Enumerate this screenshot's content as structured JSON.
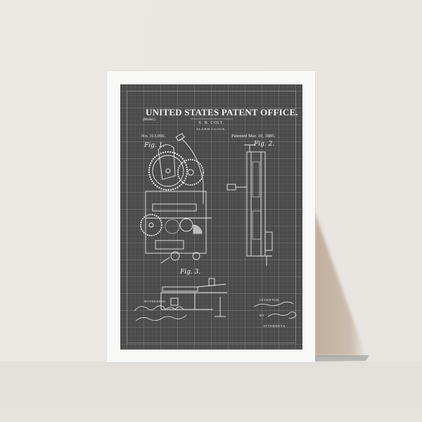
{
  "scene": {
    "description": "Framed-style patent print leaning against a wall",
    "colors": {
      "wall": "#ebe7e3",
      "floor": "#e4e0dc",
      "paper": "#f8f8f7",
      "panel": "#4b4b4b",
      "ink": "#f2f2f2",
      "shadow": "#c4b3a2"
    }
  },
  "print": {
    "header": "UNITED STATES PATENT OFFICE.",
    "model_note": "(Model.)",
    "inventor_name": "S. B. COLT.",
    "subject": "ALARM CLOCK.",
    "patent_number": "No. 313,056.",
    "patent_date": "Patented Mar. 10, 1885.",
    "figures": [
      "Fig. 1.",
      "Fig. 2.",
      "Fig. 3."
    ],
    "witnesses_label": "WITNESSES:",
    "inventor_label": "INVENTOR:",
    "by_label": "BY",
    "attorneys_label": "ATTORNEYS."
  }
}
